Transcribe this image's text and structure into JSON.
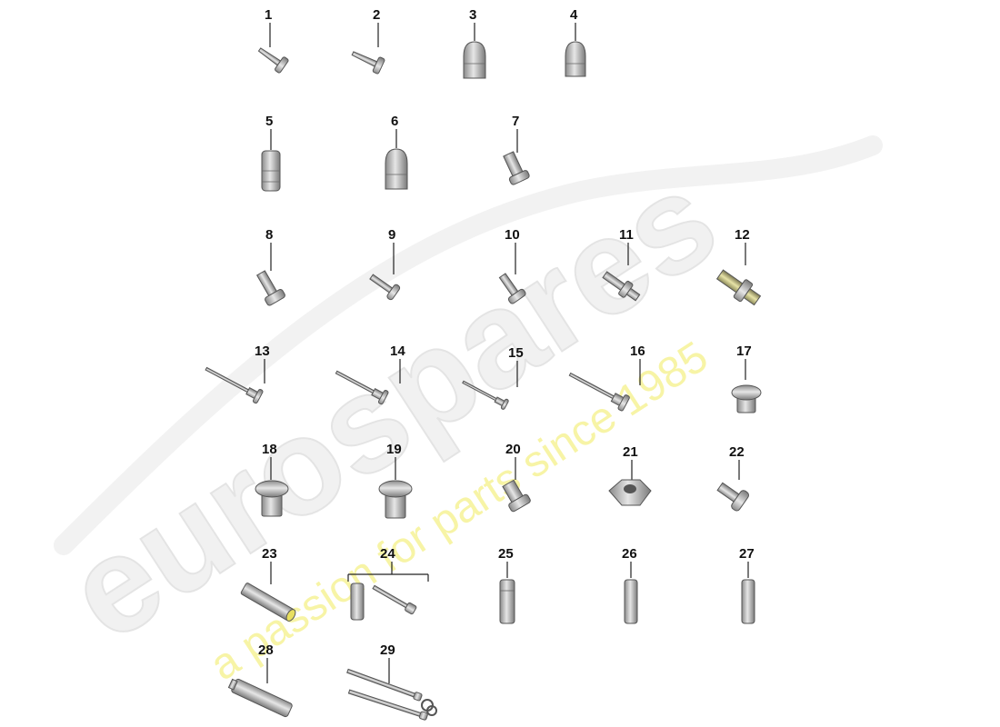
{
  "watermark": {
    "brand": "eurospares",
    "tagline": "a passion for parts since 1985"
  },
  "callouts": {
    "n1": "1",
    "n2": "2",
    "n3": "3",
    "n4": "4",
    "n5": "5",
    "n6": "6",
    "n7": "7",
    "n8": "8",
    "n9": "9",
    "n10": "10",
    "n11": "11",
    "n12": "12",
    "n13": "13",
    "n14": "14",
    "n15": "15",
    "n16": "16",
    "n17": "17",
    "n18": "18",
    "n19": "19",
    "n20": "20",
    "n21": "21",
    "n22": "22",
    "n23": "23",
    "n24": "24",
    "n25": "25",
    "n26": "26",
    "n27": "27",
    "n28": "28",
    "n29": "29"
  }
}
